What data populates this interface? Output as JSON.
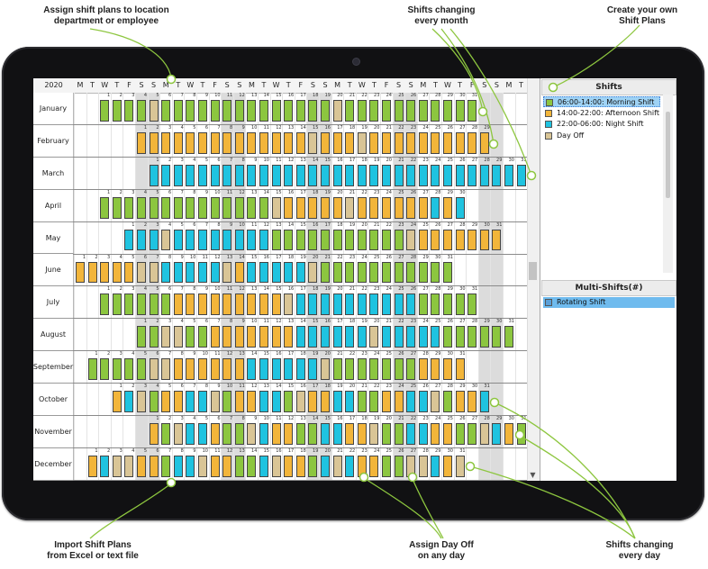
{
  "callouts": {
    "assign_location": "Assign shift plans to location\ndepartment or employee",
    "shifts_month": "Shifts changing\nevery month",
    "create_own": "Create your own\nShift Plans",
    "import": "Import Shift Plans\nfrom Excel or text file",
    "assign_dayoff": "Assign Day Off\non any day",
    "shifts_day": "Shifts changing\nevery day"
  },
  "calendar": {
    "year": "2020",
    "weekday_headers": [
      "M",
      "T",
      "W",
      "T",
      "F",
      "S",
      "S",
      "M",
      "T",
      "W",
      "T",
      "F",
      "S",
      "S",
      "M",
      "T",
      "W",
      "T",
      "F",
      "S",
      "S",
      "M",
      "T",
      "W",
      "T",
      "F",
      "S",
      "S",
      "M",
      "T",
      "W",
      "T",
      "F",
      "S",
      "S",
      "M",
      "T"
    ],
    "weekend_columns": [
      5,
      6,
      12,
      13,
      19,
      20,
      26,
      27,
      33,
      34
    ],
    "months": [
      {
        "name": "January",
        "start": 2,
        "shifts": "MMMMDMMMMMMMMMMMMMMDMMMMMMMMMMM"
      },
      {
        "name": "February",
        "start": 5,
        "shifts": "AAAAAAAAAAAAAADAAADAAAAAAAAAA"
      },
      {
        "name": "March",
        "start": 6,
        "shifts": "NNNNNNNNNNNNNNNNNNNNNNNNNNNNNNN"
      },
      {
        "name": "April",
        "start": 2,
        "shifts": "MMMMMMMMMMMMMMDAAAAADAAAAAANAN"
      },
      {
        "name": "May",
        "start": 4,
        "shifts": "NNNDNNNNNNNNMMMMMMMMMMMDAAAAAAA"
      },
      {
        "name": "June",
        "start": 0,
        "shifts": "AAAAADDNNNNNDANNNNNDMMMMMMMMMMM"
      },
      {
        "name": "July",
        "start": 2,
        "shifts": "MMMMMMAAAAAAAAADNNNNNNNNNNMMMMM"
      },
      {
        "name": "August",
        "start": 5,
        "shifts": "MMDDMMAAAAAAANNNNNNDNNNNNMMMMMM"
      },
      {
        "name": "September",
        "start": 1,
        "shifts": "MMMMMDDAAAAAANNNNNNDMMMMMMMAAAA"
      },
      {
        "name": "October",
        "start": 3,
        "shifts": "ANDMAANNDMAANNMDAANNMMAANNDMAAN"
      },
      {
        "name": "November",
        "start": 6,
        "shifts": "AMDNNAMMDNAAMMNNAADMMNNAAMMDNAM"
      },
      {
        "name": "December",
        "start": 1,
        "shifts": "ANDDAAMNNDAAMMNDAAMNDNAAMMDDNAD"
      }
    ]
  },
  "shift_colors": {
    "M": "#8cc63f",
    "A": "#f2b53a",
    "N": "#1fc3e0",
    "D": "#d9c596"
  },
  "shifts_panel": {
    "title": "Shifts",
    "items": [
      {
        "label": "06:00-14:00: Morning Shift",
        "color": "#8cc63f",
        "selected": true
      },
      {
        "label": "14:00-22:00: Afternoon Shift",
        "color": "#f2b53a",
        "selected": false
      },
      {
        "label": "22:00-06:00: Night Shift",
        "color": "#1fc3e0",
        "selected": false
      },
      {
        "label": "Day Off",
        "color": "#d9c596",
        "selected": false
      }
    ]
  },
  "multi_panel": {
    "title": "Multi-Shifts(#)",
    "items": [
      {
        "label": "Rotating Shift",
        "color": "#5aa0d8"
      }
    ]
  }
}
